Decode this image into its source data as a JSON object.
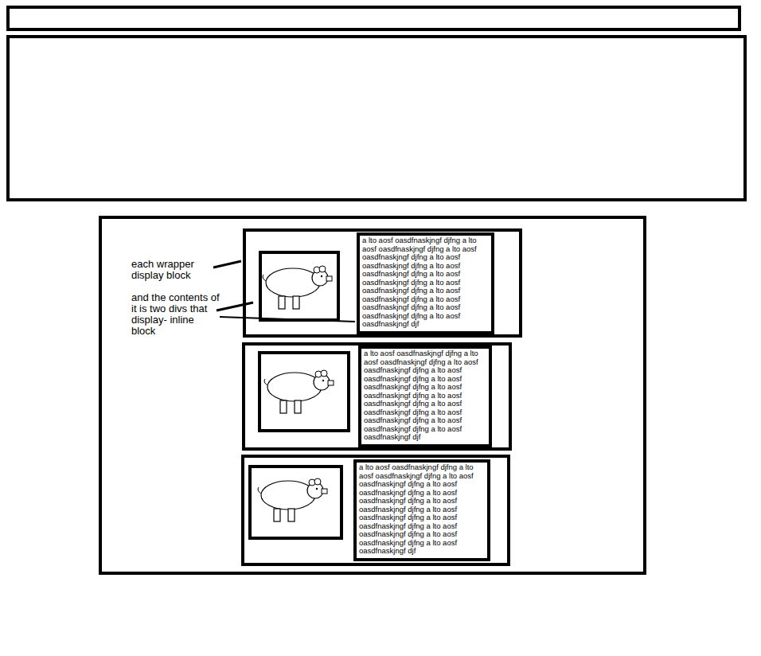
{
  "diagram": {
    "nodes": [
      {
        "text": []
      },
      {
        "text": [],
        "in": 0
      },
      {
        "text": [
          "a lto aosf oasdfnaskjngf djfng a lto aosf oasdfnaskjngf djfng a lto aosf oasdfnaskjngf djfng a lto aosf oasdfnaskjngf djfng a lto aosf oasdfnaskjngf djfng a lto aosf oasdfnaskjngf djfng a lto aosf oasdfnaskjngf djfng a lto aosf oasdfnaskjngf djfng a lto aosf oasdfnaskjngf djfng a lto aosf oasdfnaskjngf djfng a lto aosf oasdfnaskjngf djf"
        ],
        "in": 1
      },
      {
        "text": [],
        "in": 0
      },
      {
        "text": [
          "a lto aosf oasdfnaskjngf djfng a lto aosf oasdfnaskjngf djfng a lto aosf oasdfnaskjngf djfng a lto aosf oasdfnaskjngf djfng a lto aosf oasdfnaskjngf djfng a lto aosf oasdfnaskjngf djfng a lto aosf oasdfnaskjngf djfng a lto aosf oasdfnaskjngf djfng a lto aosf oasdfnaskjngf djfng a lto aosf oasdfnaskjngf djfng a lto aosf oasdfnaskjngf djf"
        ],
        "in": 3
      },
      {
        "text": [],
        "in": 0
      },
      {
        "text": [
          "a lto aosf oasdfnaskjngf djfng a lto aosf oasdfnaskjngf djfng a lto aosf oasdfnaskjngf djfng a lto aosf oasdfnaskjngf djfng a lto aosf oasdfnaskjngf djfng a lto aosf oasdfnaskjngf djfng a lto aosf oasdfnaskjngf djfng a lto aosf oasdfnaskjngf djfng a lto aosf oasdfnaskjngf djfng a lto aosf oasdfnaskjngf djfng a lto aosf oasdfnaskjngf djf"
        ],
        "in": 5
      }
    ],
    "labels": [
      "each wrapper display block",
      "and the contents of it is two divs that display- inline block"
    ]
  }
}
